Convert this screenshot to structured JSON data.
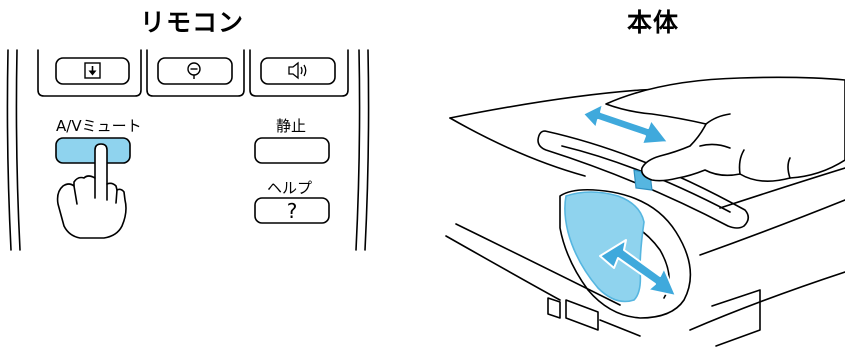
{
  "headings": {
    "remote": "リモコン",
    "projector": "本体"
  },
  "remote": {
    "buttons": {
      "av_mute_label": "A/Vミュート",
      "freeze_label": "静止",
      "help_label": "ヘルプ",
      "help_key_glyph": "?"
    },
    "icons": [
      "page-down-icon",
      "zoom-out-icon",
      "volume-icon",
      "pressing-hand-icon"
    ]
  },
  "projector": {
    "icons": [
      "slide-direction-arrow-icon",
      "shutter-direction-arrow-icon",
      "finger-icon"
    ]
  },
  "colors": {
    "highlight": "#8fd3ee",
    "highlight_dark": "#56b6e0",
    "arrow": "#3fa9dc",
    "line": "#000000"
  }
}
